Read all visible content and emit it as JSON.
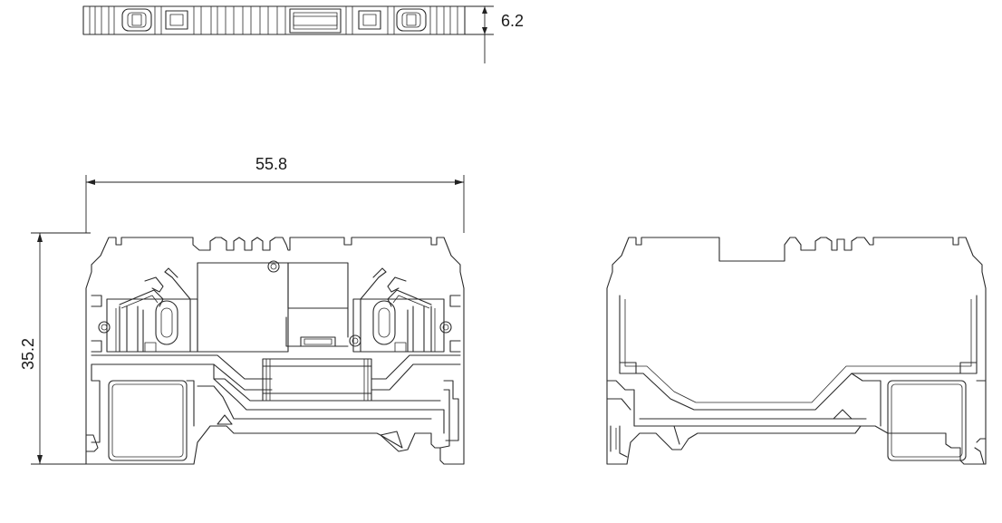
{
  "drawing": {
    "views": [
      "top-view",
      "front-view-section",
      "side-view"
    ]
  },
  "dimensions": {
    "thickness": "6.2",
    "width": "55.8",
    "height": "35.2"
  }
}
